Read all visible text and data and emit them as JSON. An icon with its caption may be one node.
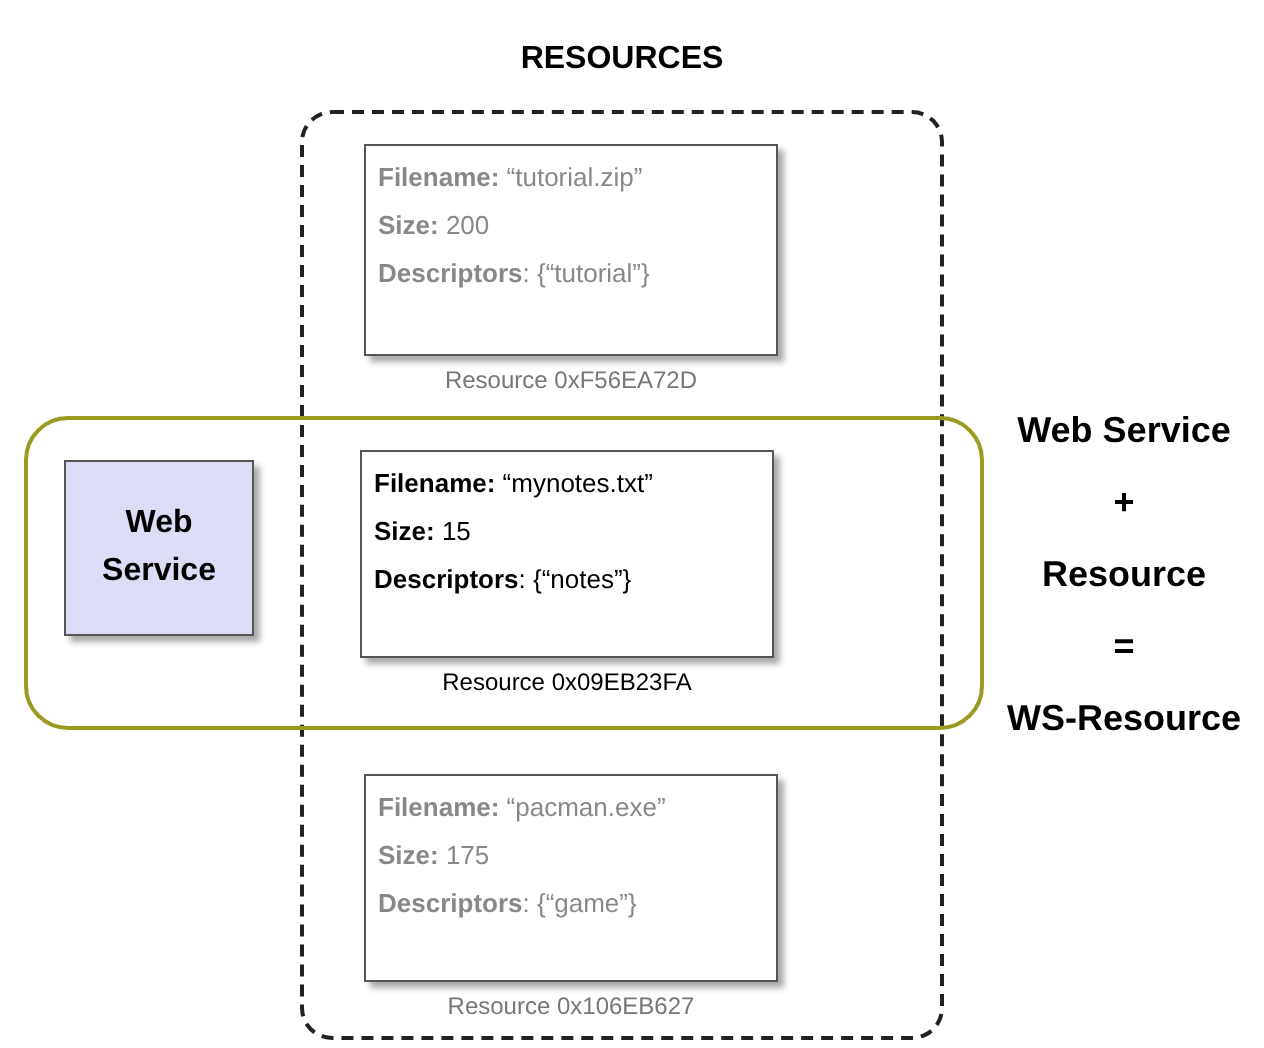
{
  "diagram": {
    "nodes": [
      {
        "text": [
          "RESOURCES"
        ]
      },
      {
        "text": [
          "**Filename:** “tutorial.zip”",
          "**Size:** 200",
          "**Descriptors**: {“tutorial”}"
        ],
        "in": 0,
        "beside": [
          "Resource 0xF56EA72D"
        ]
      },
      {
        "text": [],
        "shape": "box"
      },
      {
        "text": [
          "Web Service"
        ],
        "in": 2
      },
      {
        "text": [
          "**Filename:** “mynotes.txt”",
          "**Size:** 15",
          "**Descriptors**: {“notes”}"
        ],
        "beside": [
          "Resource 0x09EB23FA"
        ]
      },
      {
        "text": [
          "**Filename:** “pacman.exe”",
          "**Size:** 175",
          "**Descriptors**: {“game”}"
        ],
        "in": 0,
        "beside": [
          "Resource 0x106EB627"
        ]
      }
    ],
    "edges": [],
    "labels": [
      "Web Service",
      "+",
      "Resource",
      "=",
      "WS-Resource"
    ]
  }
}
